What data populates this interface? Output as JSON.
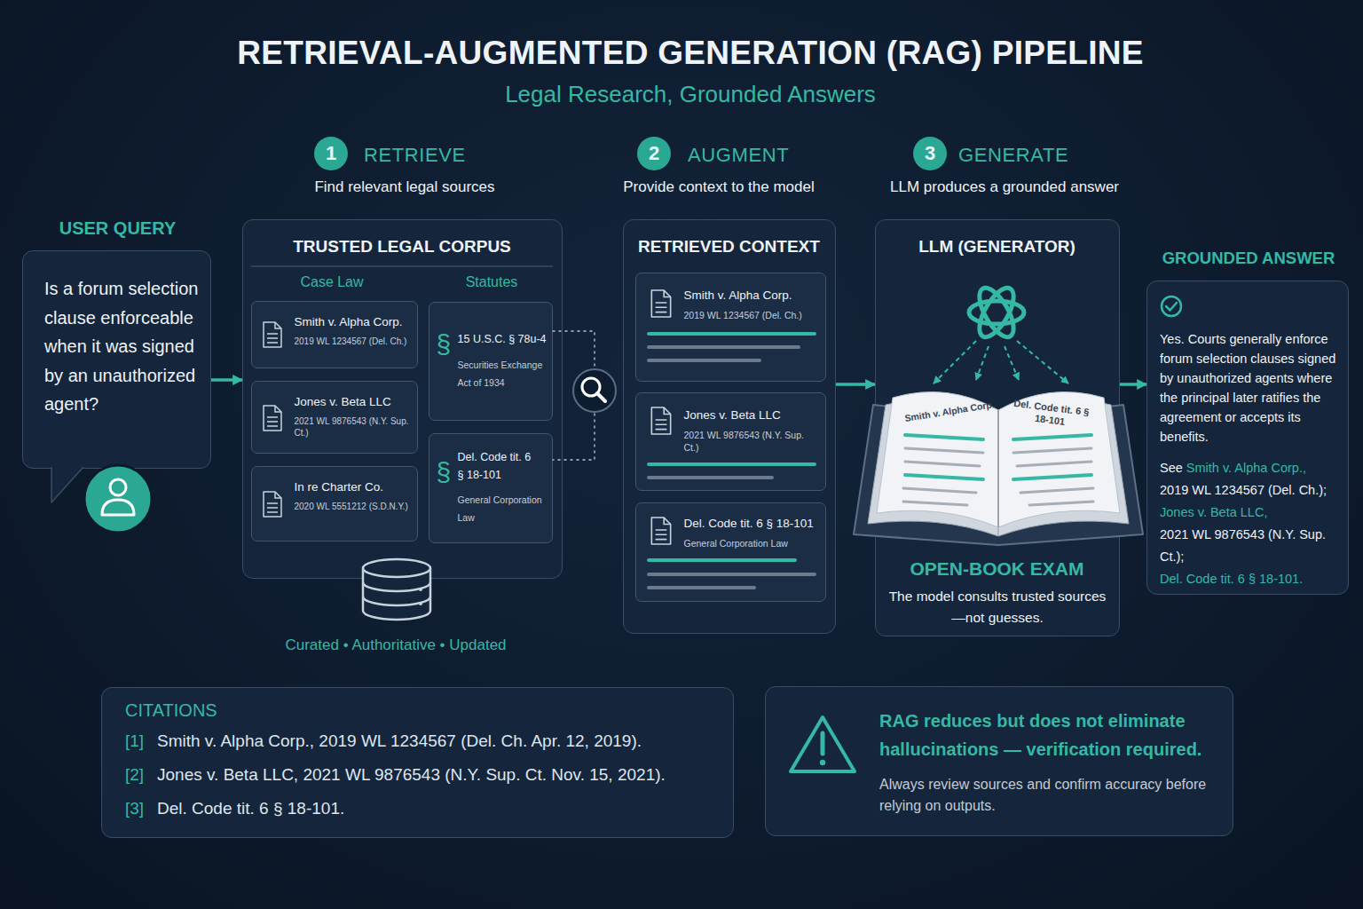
{
  "diagram": {
    "title": "RETRIEVAL-AUGMENTED GENERATION (RAG) PIPELINE",
    "nodes": [
      {
        "text": [
          "1"
        ]
      },
      {
        "text": [
          "2"
        ]
      },
      {
        "text": [
          "3"
        ]
      },
      {
        "text": [
          "USER QUERY",
          "Is a forum selection clause enforceable when it was signed by an unauthorized agent?"
        ]
      },
      {
        "text": [
          "TRUSTED LEGAL CORPUS",
          "Case Law",
          "Statutes"
        ]
      },
      {
        "text": [
          "Smith v. Alpha Corp.",
          "2019 WL 1234567 (Del. Ch.)"
        ],
        "in": 4
      },
      {
        "text": [
          "Jones v. Beta LLC",
          "2021 WL 9876543 (N.Y. Sup. Ct.)"
        ],
        "in": 4
      },
      {
        "text": [
          "In re Charter Co.",
          "2020 WL 5551212 (S.D.N.Y.)"
        ],
        "in": 4
      },
      {
        "text": [
          "§",
          "15 U.S.C. § 78u-4",
          "Securities Exchange Act of 1934"
        ],
        "in": 4
      },
      {
        "text": [
          "§",
          "Del. Code tit. 6 § 18-101",
          "General Corporation Law"
        ],
        "in": 4
      },
      {
        "text": [
          "RETRIEVED CONTEXT"
        ]
      },
      {
        "text": [
          "Smith v. Alpha Corp.",
          "2019 WL 1234567 (Del. Ch.)"
        ],
        "in": 10
      },
      {
        "text": [
          "Jones v. Beta LLC",
          "2021 WL 9876543 (N.Y. Sup. Ct.)"
        ],
        "in": 10
      },
      {
        "text": [
          "Del. Code tit. 6 § 18-101",
          "General Corporation Law"
        ],
        "in": 10
      },
      {
        "text": [
          "LLM (GENERATOR)",
          "OPEN-BOOK EXAM",
          "The model consults trusted sources —not guesses."
        ]
      },
      {
        "text": [
          "GROUNDED ANSWER",
          "Yes. Courts generally enforce forum selection clauses signed by unauthorized agents where the principal later ratifies the agreement or accepts its benefits.",
          "See",
          "Smith v. Alpha Corp.,",
          "2019 WL 1234567 (Del. Ch.);",
          "Jones v. Beta LLC,",
          "2021 WL 9876543 (N.Y. Sup. Ct.);",
          "Del. Code tit. 6 § 18-101."
        ]
      },
      {
        "text": [
          "CITATIONS",
          "[1]",
          "Smith v. Alpha Corp., 2019 WL 1234567 (Del. Ch. Apr. 12, 2019).",
          "[2]",
          "Jones v. Beta LLC, 2021 WL 9876543 (N.Y. Sup. Ct. Nov. 15, 2021).",
          "[3]",
          "Del. Code tit. 6 § 18-101."
        ]
      },
      {
        "text": [
          "RAG reduces but does not eliminate hallucinations — verification required.",
          "Always review sources and confirm accuracy before relying on outputs."
        ]
      }
    ],
    "edges": [
      {
        "from": 3,
        "to": 4,
        "arrow": "to"
      },
      {
        "from": 8,
        "to": 9,
        "arrow": "none"
      },
      {
        "from": 10,
        "to": 14,
        "arrow": "to"
      },
      {
        "from": 14,
        "to": 15,
        "arrow": "to"
      }
    ],
    "labels": [
      "Legal Research, Grounded Answers",
      "RETRIEVE",
      "Find relevant legal sources",
      "AUGMENT",
      "Provide context to the model",
      "GENERATE",
      "LLM produces a grounded answer",
      "Curated • Authoritative • Updated",
      "Smith v. Alpha Corp.",
      "Del. Code tit. 6 § 18-101"
    ]
  }
}
